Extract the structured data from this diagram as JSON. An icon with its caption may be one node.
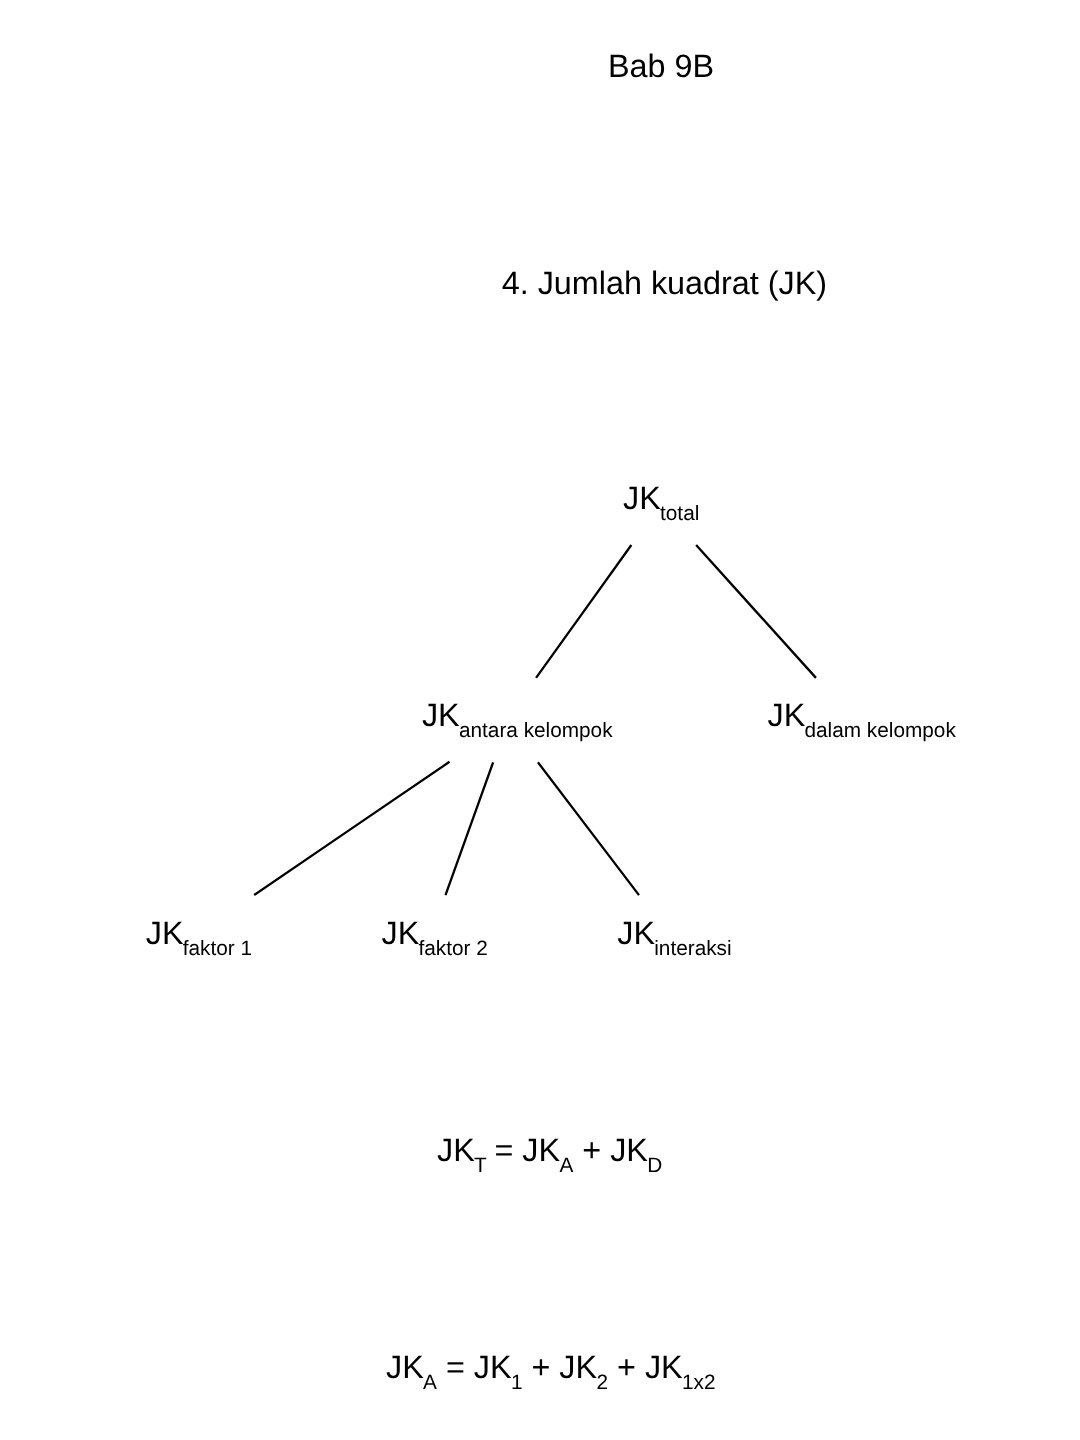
{
  "diagram": {
    "nodes": [
      {
        "text": [
          "JK$_{total}$"
        ]
      },
      {
        "text": [
          "JK$_{antara kelompok}$"
        ]
      },
      {
        "text": [
          "JK$_{dalam kelompok}$"
        ]
      },
      {
        "text": [
          "JK$_{faktor 1}$"
        ]
      },
      {
        "text": [
          "JK$_{faktor 2}$"
        ]
      },
      {
        "text": [
          "JK$_{interaksi}$"
        ]
      }
    ],
    "edges": [
      {
        "from": 0,
        "to": 1,
        "arrow": "none"
      },
      {
        "from": 0,
        "to": 2,
        "arrow": "none"
      },
      {
        "from": 1,
        "to": 3,
        "arrow": "none"
      },
      {
        "from": 1,
        "to": 4,
        "arrow": "none"
      },
      {
        "from": 1,
        "to": 5,
        "arrow": "none"
      }
    ],
    "labels": [
      "Bab 9B",
      "4. Jumlah kuadrat (JK)",
      "JK$_{T}$ = JK$_{A}$ + JK$_{D}$",
      "JK$_{A}$ = JK$_{1}$ + JK$_{2}$ + JK$_{1x2}$"
    ]
  }
}
